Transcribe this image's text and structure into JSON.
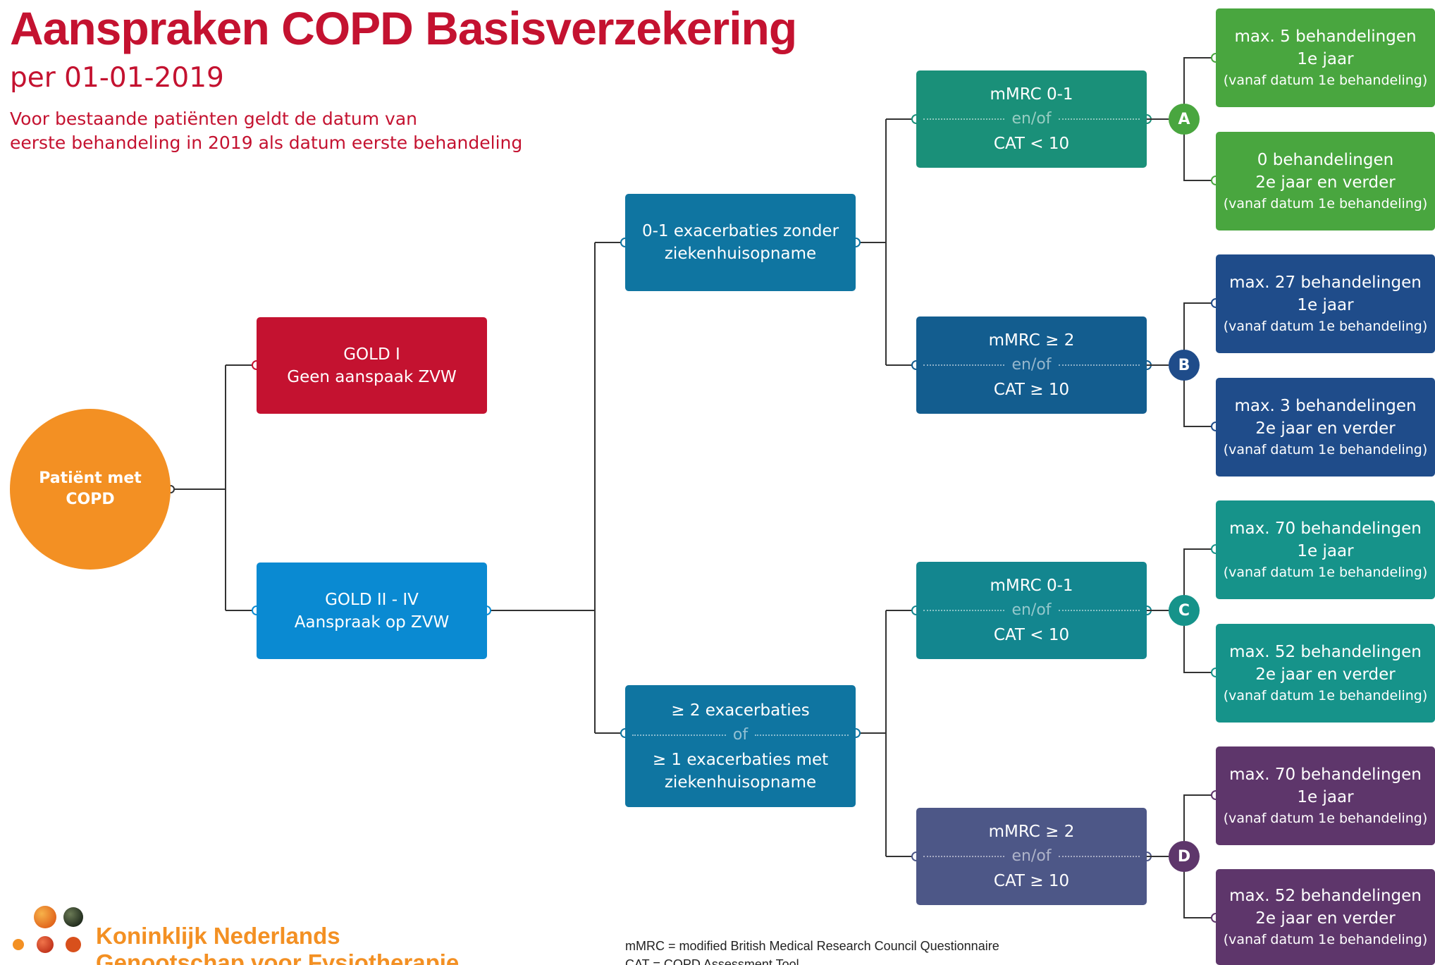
{
  "header": {
    "title": "Aanspraken COPD Basisverzekering",
    "subtitle": "per 01-01-2019",
    "note_line1": "Voor bestaande patiënten geldt de datum van",
    "note_line2": "eerste behandeling in 2019 als datum eerste behandeling"
  },
  "root": {
    "line1": "Patiënt met",
    "line2": "COPD"
  },
  "gold1": {
    "line1": "GOLD I",
    "line2": "Geen aanspaak ZVW"
  },
  "gold2": {
    "line1": "GOLD II - IV",
    "line2": "Aanspraak op ZVW"
  },
  "exac_low": {
    "line1": "0-1 exacerbaties zonder",
    "line2": "ziekenhuisopname"
  },
  "exac_high": {
    "line1": "≥ 2 exacerbaties",
    "sep": "of",
    "line2": "≥ 1 exacerbaties met",
    "line3": "ziekenhuisopname"
  },
  "criteria": {
    "a": {
      "line1": "mMRC 0-1",
      "sep": "en/of",
      "line2": "CAT < 10"
    },
    "b": {
      "line1": "mMRC ≥ 2",
      "sep": "en/of",
      "line2": "CAT ≥ 10"
    },
    "c": {
      "line1": "mMRC 0-1",
      "sep": "en/of",
      "line2": "CAT < 10"
    },
    "d": {
      "line1": "mMRC ≥ 2",
      "sep": "en/of",
      "line2": "CAT ≥ 10"
    }
  },
  "badges": {
    "a": "A",
    "b": "B",
    "c": "C",
    "d": "D"
  },
  "outcomes": {
    "a1": {
      "line1": "max. 5 behandelingen",
      "line2": "1e jaar",
      "line3": "(vanaf datum 1e behandeling)"
    },
    "a2": {
      "line1": "0 behandelingen",
      "line2": "2e jaar en verder",
      "line3": "(vanaf datum 1e behandeling)"
    },
    "b1": {
      "line1": "max. 27 behandelingen",
      "line2": "1e jaar",
      "line3": "(vanaf datum 1e behandeling)"
    },
    "b2": {
      "line1": "max. 3 behandelingen",
      "line2": "2e jaar en verder",
      "line3": "(vanaf datum 1e behandeling)"
    },
    "c1": {
      "line1": "max. 70 behandelingen",
      "line2": "1e jaar",
      "line3": "(vanaf datum 1e behandeling)"
    },
    "c2": {
      "line1": "max. 52 behandelingen",
      "line2": "2e jaar en verder",
      "line3": "(vanaf datum 1e behandeling)"
    },
    "d1": {
      "line1": "max. 70 behandelingen",
      "line2": "1e jaar",
      "line3": "(vanaf datum 1e behandeling)"
    },
    "d2": {
      "line1": "max. 52 behandelingen",
      "line2": "2e jaar en verder",
      "line3": "(vanaf datum 1e behandeling)"
    }
  },
  "logo": {
    "line1": "Koninklijk Nederlands",
    "line2": "Genootschap voor Fysiotherapie"
  },
  "legend": {
    "line1": "mMRC = modified British Medical Research Council Questionnaire",
    "line2": "CAT = COPD Assessment Tool"
  },
  "colors": {
    "title": "#c41230",
    "root": "#f39023",
    "gold1": "#c41230",
    "gold2": "#0a8ad2",
    "exacerbation": "#0f75a1",
    "crit_a": "#1a9079",
    "crit_b": "#135d8f",
    "crit_c": "#13868f",
    "crit_d": "#4d5787",
    "group_a": "#49a63f",
    "group_b": "#1f4c8a",
    "group_c": "#16938a",
    "group_d": "#5e366b"
  }
}
